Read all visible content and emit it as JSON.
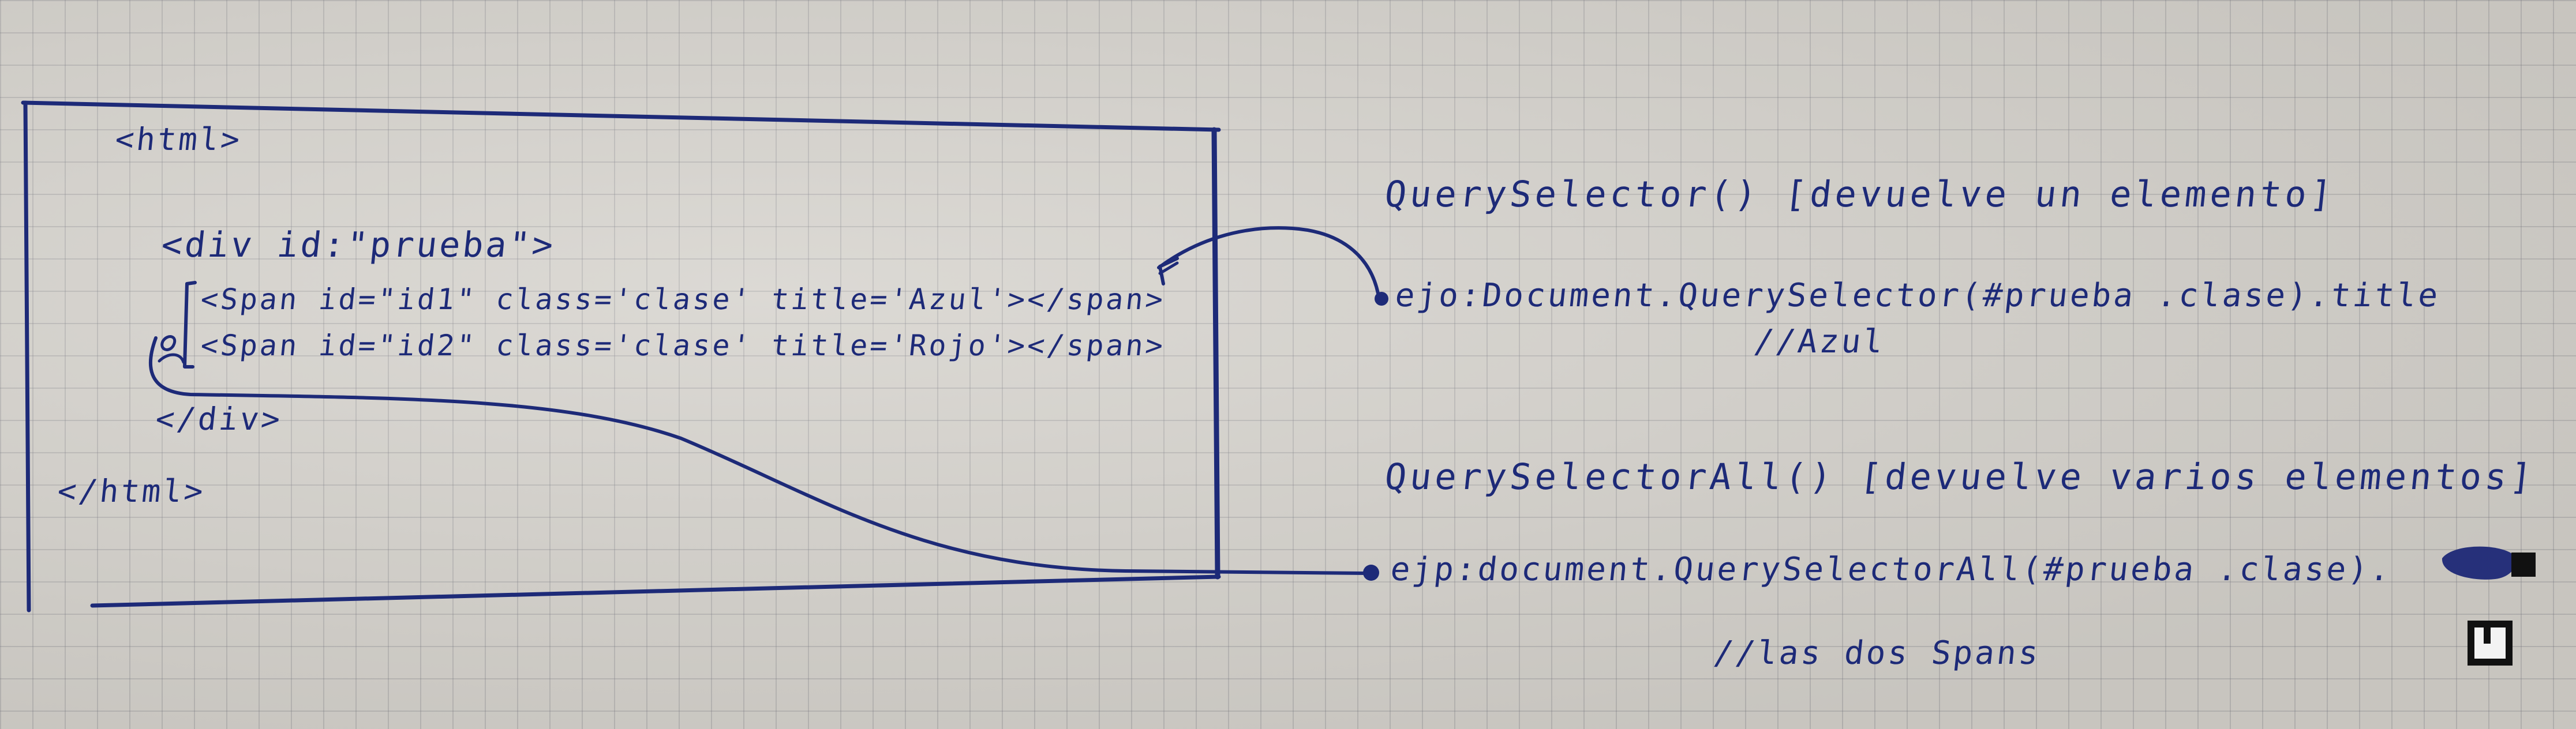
{
  "diagram": {
    "code_lines": {
      "html_open": "<html>",
      "div_open": "<div id:\"prueba\">",
      "span_1": "<Span id=\"id1\" class='clase' title='Azul'></span>",
      "span_2": "<Span id=\"id2\" class='clase' title='Rojo'></span>",
      "div_close": "</div>",
      "html_close": "</html>"
    },
    "notes": {
      "query_selector": "QuerySelector() [devuelve un elemento]",
      "query_selector_example": "ejo:Document.QuerySelector(#prueba .clase).title",
      "query_selector_result": "//Azul",
      "query_selector_all": "QuerySelectorAll() [devuelve varios elementos]",
      "query_selector_all_example": "ejp:document.QuerySelectorAll(#prueba .clase).",
      "query_selector_all_result": "//las dos Spans"
    },
    "ink_color": "#1d2a78"
  }
}
